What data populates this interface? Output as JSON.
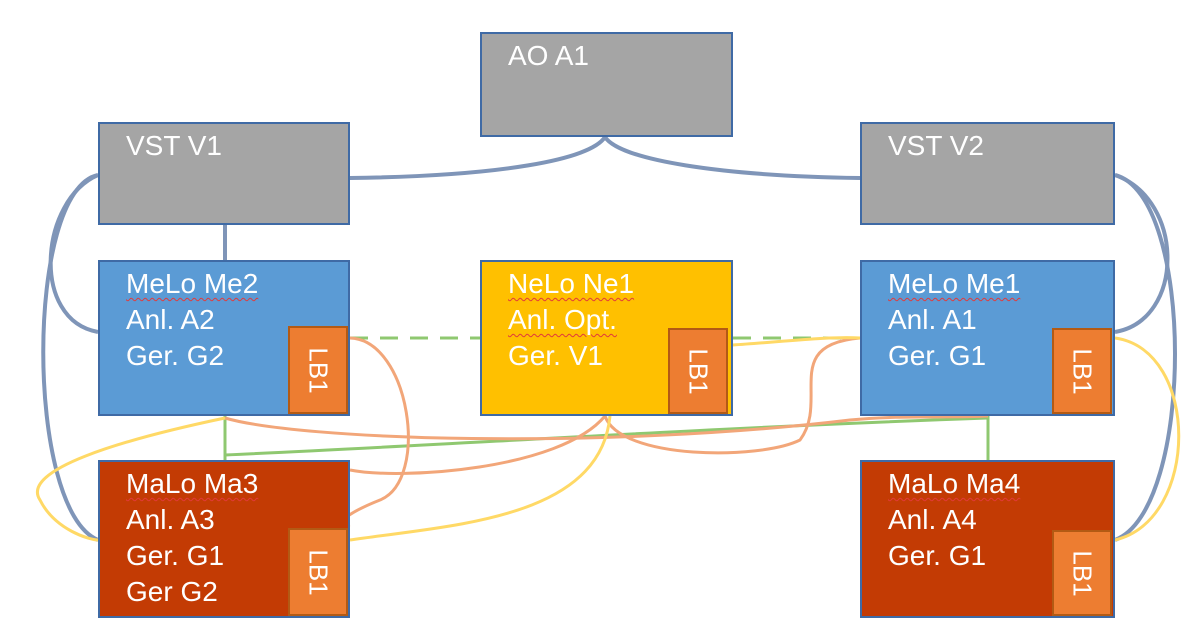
{
  "nodes": {
    "ao_a1": {
      "lines": [
        "AO A1"
      ]
    },
    "vst_v1": {
      "lines": [
        "VST V1"
      ]
    },
    "vst_v2": {
      "lines": [
        "VST V2"
      ]
    },
    "melo_me2": {
      "lines": [
        "MeLo Me2",
        "Anl. A2",
        "Ger. G2"
      ],
      "tag": "LB1"
    },
    "nelo_ne1": {
      "lines": [
        "NeLo Ne1",
        "Anl. Opt.",
        "Ger. V1"
      ],
      "tag": "LB1"
    },
    "melo_me1": {
      "lines": [
        "MeLo Me1",
        "Anl. A1",
        "Ger. G1"
      ],
      "tag": "LB1"
    },
    "malo_ma3": {
      "lines": [
        "MaLo Ma3",
        "Anl. A3",
        "Ger. G1",
        "Ger G2"
      ],
      "tag": "LB1"
    },
    "malo_ma4": {
      "lines": [
        "MaLo Ma4",
        "Anl. A4",
        "Ger. G1"
      ],
      "tag": "LB1"
    }
  },
  "colors": {
    "gray_box": "#a5a5a5",
    "melo_box": "#5b9bd5",
    "nelo_box": "#ffc000",
    "malo_box": "#c33b04",
    "lb_tag": "#ed7d31",
    "blue_connector": "#7f95b8",
    "green_connector": "#8fc870",
    "orange_connector": "#f2a679",
    "yellow_connector": "#ffd966"
  }
}
